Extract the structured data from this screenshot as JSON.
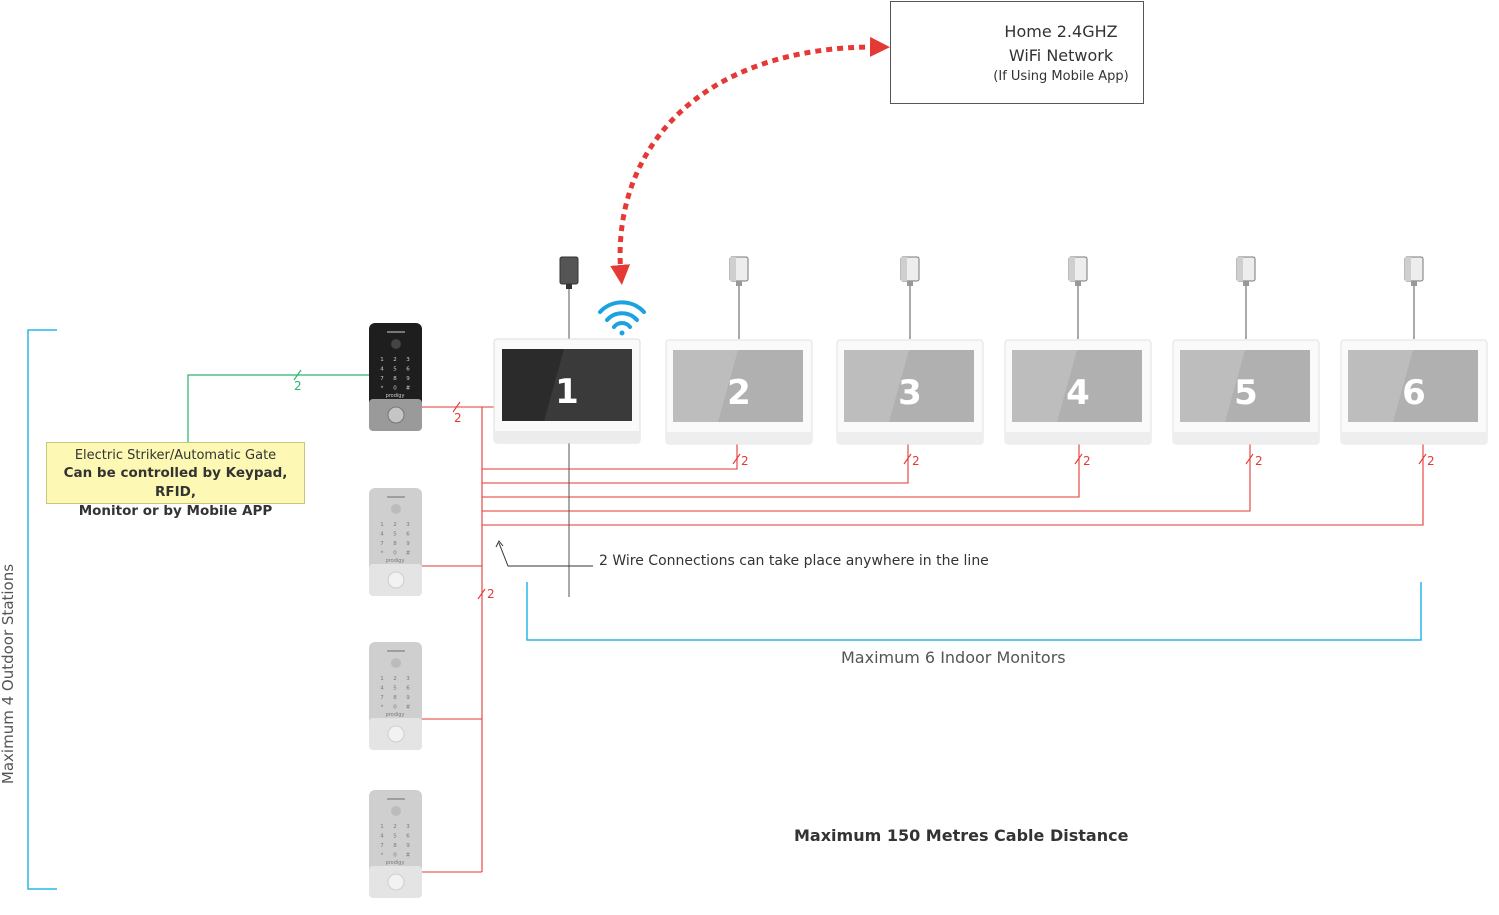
{
  "wifi_box": {
    "line1": "Home 2.4GHZ",
    "line2": "WiFi Network",
    "line3": "(If Using Mobile App)",
    "icon": "wifi-router-icon"
  },
  "striker": {
    "line1": "Electric Striker/Automatic Gate",
    "line2": "Can be controlled by Keypad, RFID,",
    "line3": "Monitor or by Mobile APP"
  },
  "outdoor_label": "Maximum 4 Outdoor Stations",
  "indoor_label": "Maximum 6 Indoor Monitors",
  "connection_note": "2 Wire Connections can take place anywhere in the line",
  "cable_distance": "Maximum 150 Metres Cable Distance",
  "wire_count": "2",
  "monitors": [
    "1",
    "2",
    "3",
    "4",
    "5",
    "6"
  ],
  "keypad_keys": [
    "1",
    "2",
    "3",
    "4",
    "5",
    "6",
    "7",
    "8",
    "9",
    "*",
    "0",
    "#"
  ],
  "brand": "prodigy",
  "colors": {
    "wire_red": "#e53935",
    "wire_green": "#2db36b",
    "bracket_blue": "#29b6e8",
    "wifi_blue": "#1aa3e0",
    "note_yellow": "#fdf9b4",
    "arrow_red": "#e53935"
  }
}
